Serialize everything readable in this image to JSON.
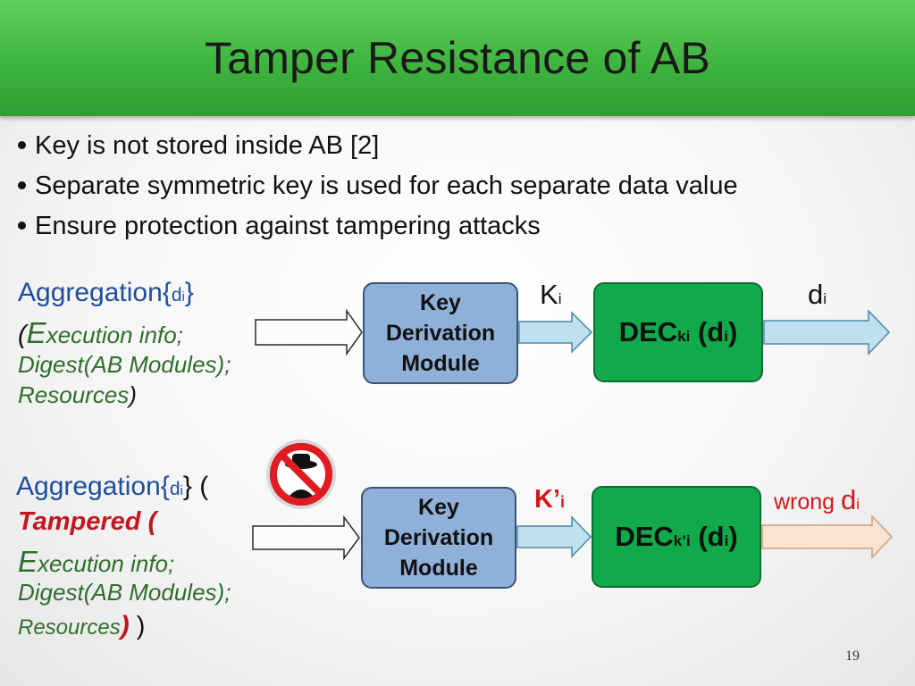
{
  "title": "Tamper Resistance of AB",
  "bullets": [
    "Key is not stored inside AB  [2]",
    "Separate symmetric key is used for each separate data value",
    "Ensure protection against tampering attacks"
  ],
  "row1": {
    "agg_word": "Aggregation{",
    "agg_d": "d",
    "agg_sub": "i",
    "agg_close": "}",
    "paren_open": "(",
    "exec_big": "E",
    "exec_rest": "xecution info;",
    "digest": "Digest(AB Modules);",
    "resources": "Resources",
    "paren_close": ")",
    "kdm_line1": "Key",
    "kdm_line2": "Derivation",
    "kdm_line3": "Module",
    "key_label": "K",
    "key_sub": "i",
    "dec_main": "DEC",
    "dec_sub": "ki",
    "dec_arg_open": " (d",
    "dec_arg_sub": "i",
    "dec_arg_close": ")",
    "out_label": "d",
    "out_sub": "i"
  },
  "row2": {
    "agg_word": "Aggregation{",
    "agg_d": "d",
    "agg_sub": "i",
    "agg_close": "} (",
    "tampered": "Tampered (",
    "exec_big": "E",
    "exec_rest": "xecution info;",
    "digest": "Digest(AB Modules);",
    "resources": "Resources",
    "paren_close_red": ")",
    "paren_close": " )",
    "kdm_line1": "Key",
    "kdm_line2": "Derivation",
    "kdm_line3": "Module",
    "key_label": "K’",
    "key_sub": "i",
    "dec_main": "DEC",
    "dec_sub": "k’i",
    "dec_arg_open": " (d",
    "dec_arg_sub": "i",
    "dec_arg_close": ")",
    "out_prefix": "wrong ",
    "out_label": "d",
    "out_sub": "i"
  },
  "icon": "hacker-no-sign-icon",
  "page_number": "19",
  "colors": {
    "title_bar": "#3fb43f",
    "aggregation_text": "#1f4e9c",
    "green_text": "#2f6e2b",
    "red_text": "#c0181e",
    "kdm_box": "#8fb0d8",
    "dec_box": "#10aa4a",
    "arrow_blue": "#bfe0ee",
    "arrow_peach": "#fbe3cf"
  }
}
